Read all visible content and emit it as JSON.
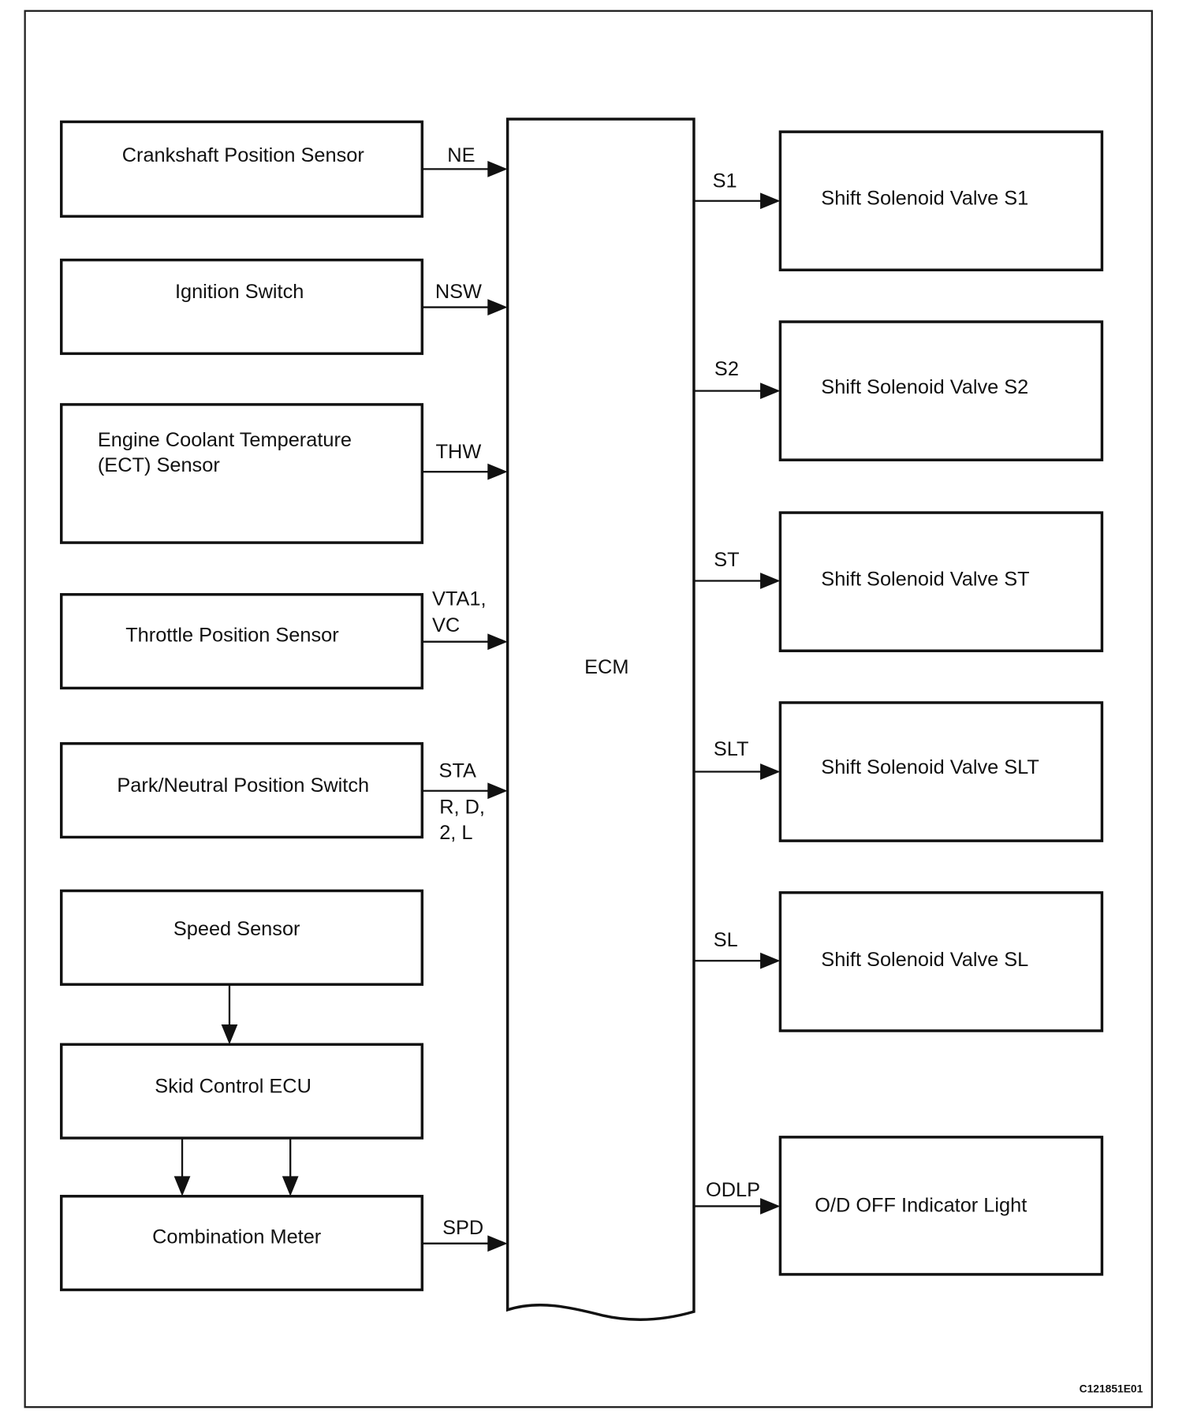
{
  "left_boxes": [
    {
      "lines": [
        "Crankshaft Position Sensor"
      ]
    },
    {
      "lines": [
        "Ignition Switch"
      ]
    },
    {
      "lines": [
        "Engine Coolant Temperature",
        "(ECT) Sensor"
      ]
    },
    {
      "lines": [
        "Throttle Position Sensor"
      ]
    },
    {
      "lines": [
        "Park/Neutral Position Switch"
      ]
    },
    {
      "lines": [
        "Speed Sensor"
      ]
    },
    {
      "lines": [
        "Skid Control ECU"
      ]
    },
    {
      "lines": [
        "Combination Meter"
      ]
    }
  ],
  "input_signals": {
    "ne": "NE",
    "nsw": "NSW",
    "thw": "THW",
    "vta": [
      "VTA1,",
      "VC"
    ],
    "sta": "STA",
    "sta_positions": [
      "R, D,",
      "2, L"
    ],
    "spd": "SPD"
  },
  "ecm": {
    "label": "ECM"
  },
  "right_boxes": [
    {
      "label": "Shift Solenoid Valve S1",
      "signal": "S1"
    },
    {
      "label": "Shift Solenoid Valve S2",
      "signal": "S2"
    },
    {
      "label": "Shift Solenoid Valve ST",
      "signal": "ST"
    },
    {
      "label": "Shift Solenoid Valve SLT",
      "signal": "SLT"
    },
    {
      "label": "Shift Solenoid Valve SL",
      "signal": "SL"
    },
    {
      "label": "O/D OFF Indicator Light",
      "signal": "ODLP"
    }
  ],
  "figure_code": "C121851E01"
}
